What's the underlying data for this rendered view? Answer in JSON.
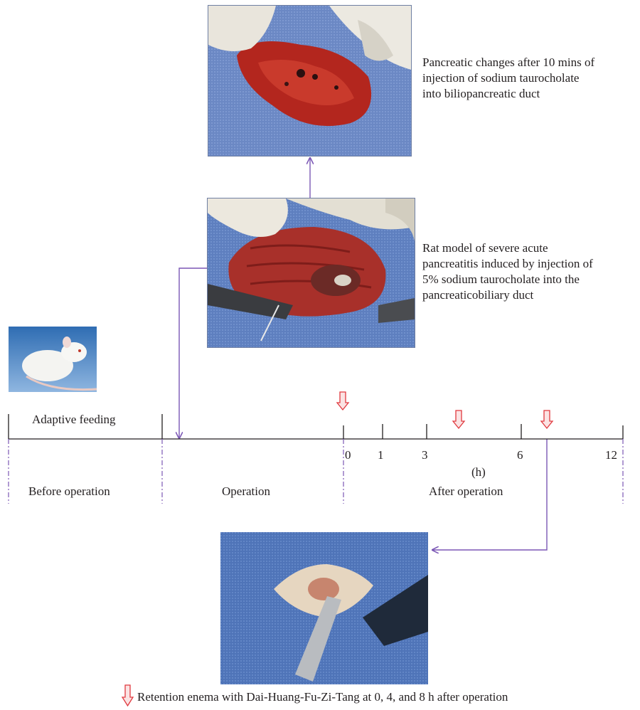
{
  "photos": {
    "pancreas": {
      "caption": [
        "Pancreatic changes after 10 mins of",
        "injection of sodium taurocholate",
        "into biliopancreatic duct"
      ]
    },
    "model": {
      "caption": [
        "Rat model of severe acute",
        "pancreatitis induced by injection of",
        "5% sodium taurocholate into the",
        "pancreaticobiliary duct"
      ]
    },
    "rat": {},
    "enema": {}
  },
  "timeline": {
    "phase_above": "Adaptive feeding",
    "phases": [
      "Before operation",
      "Operation",
      "After operation"
    ],
    "ticks": [
      "0",
      "1",
      "3",
      "6",
      "12"
    ],
    "unit": "(h)"
  },
  "legend": {
    "text": "Retention enema with Dai-Huang-Fu-Zi-Tang at 0, 4, and 8 h after operation"
  },
  "colors": {
    "connector": "#7b57b5",
    "arrow": "#e0393f",
    "line": "#231f20"
  }
}
